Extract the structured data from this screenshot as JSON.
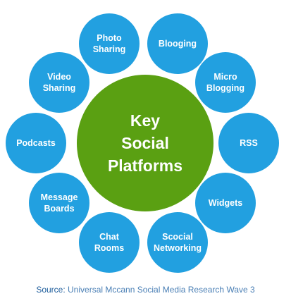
{
  "colors": {
    "node": "#22a0e0",
    "center": "#5aa012",
    "source_label": "#1a5a9a",
    "source_text": "#4a7fb5"
  },
  "center": {
    "lines": [
      "Key",
      "Social",
      "Platforms"
    ]
  },
  "nodes": [
    {
      "lines": [
        "Photo",
        "Sharing"
      ]
    },
    {
      "lines": [
        "Blooging"
      ]
    },
    {
      "lines": [
        "Micro",
        "Blogging"
      ]
    },
    {
      "lines": [
        "RSS"
      ]
    },
    {
      "lines": [
        "Widgets"
      ]
    },
    {
      "lines": [
        "Scocial",
        "Networking"
      ]
    },
    {
      "lines": [
        "Chat",
        "Rooms"
      ]
    },
    {
      "lines": [
        "Message",
        "Boards"
      ]
    },
    {
      "lines": [
        "Podcasts"
      ]
    },
    {
      "lines": [
        "Video",
        "Sharing"
      ]
    }
  ],
  "source": {
    "label": "Source:",
    "text": "Universal Mccann Social Media Research Wave 3"
  }
}
